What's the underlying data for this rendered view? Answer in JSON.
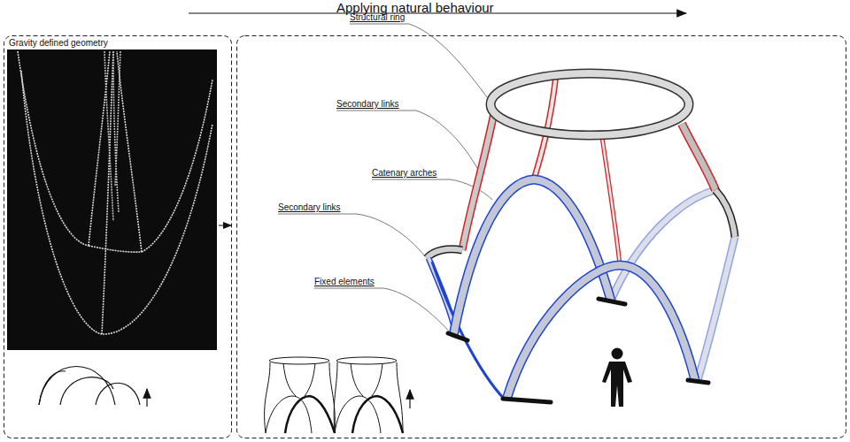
{
  "diagram": {
    "title": "Applying natural behaviour",
    "labels": [
      "Gravity defined geometry",
      "Structural ring",
      "Secondary links",
      "Catenary arches",
      "Secondary links",
      "Fixed elements"
    ]
  }
}
